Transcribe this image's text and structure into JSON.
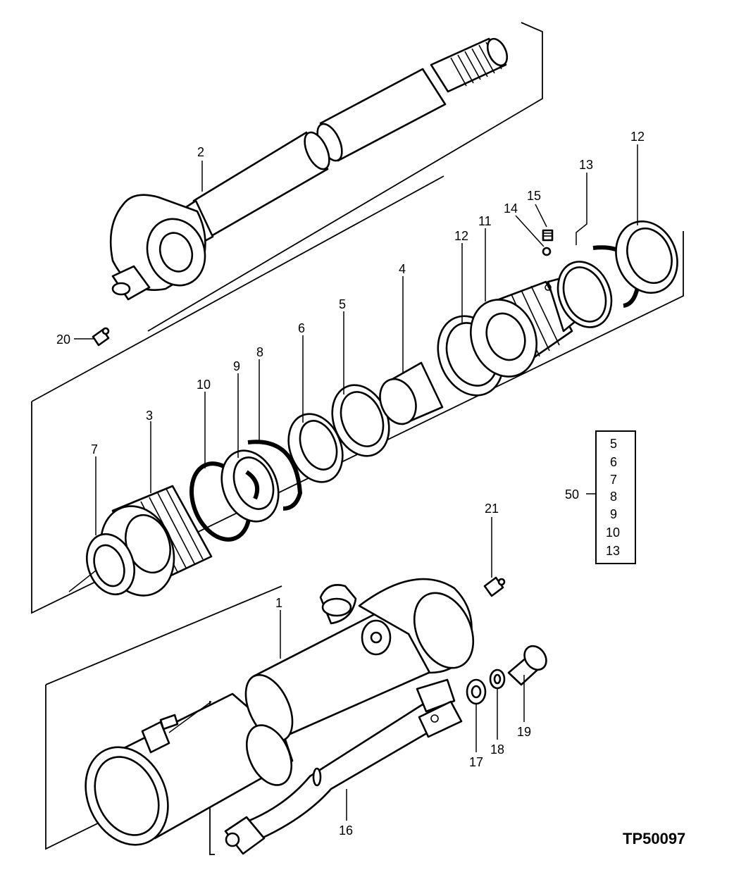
{
  "callouts": {
    "p1": "1",
    "p2": "2",
    "p3": "3",
    "p4": "4",
    "p5": "5",
    "p6": "6",
    "p7": "7",
    "p8": "8",
    "p9": "9",
    "p10": "10",
    "p11": "11",
    "p12a": "12",
    "p12b": "12",
    "p13": "13",
    "p14": "14",
    "p15": "15",
    "p16": "16",
    "p17": "17",
    "p18": "18",
    "p19": "19",
    "p20": "20",
    "p21": "21"
  },
  "kit": {
    "label": "50",
    "items": [
      "5",
      "6",
      "7",
      "8",
      "9",
      "10",
      "13"
    ]
  },
  "reference_code": "TP50097"
}
